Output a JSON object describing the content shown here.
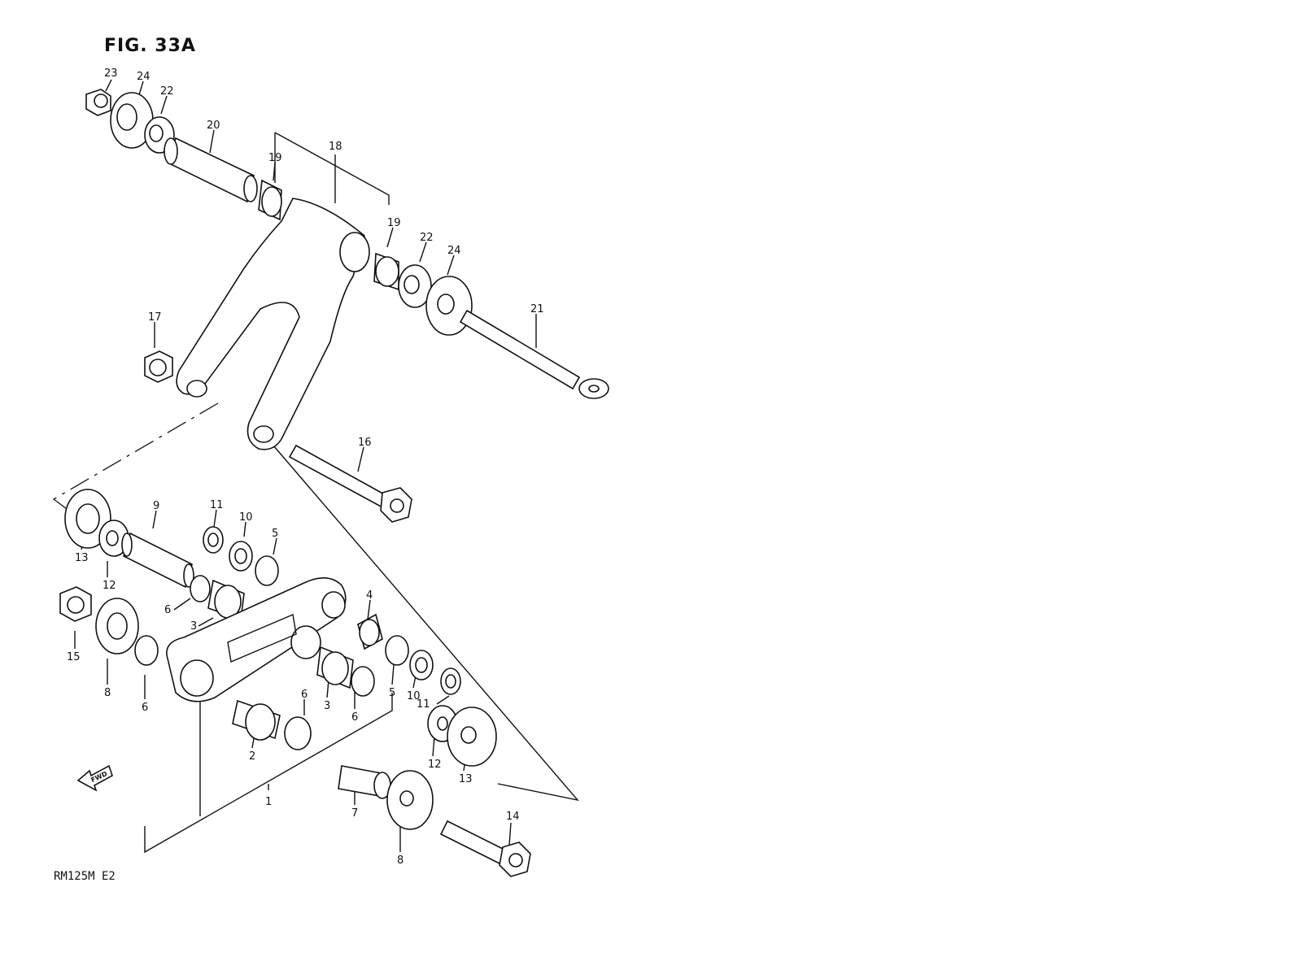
{
  "figure": {
    "title": "FIG. 33A",
    "model_code": "RM125M E2"
  },
  "fwd_label": "FWD",
  "callouts": [
    {
      "id": "c23",
      "text": "23"
    },
    {
      "id": "c24a",
      "text": "24"
    },
    {
      "id": "c22a",
      "text": "22"
    },
    {
      "id": "c20",
      "text": "20"
    },
    {
      "id": "c19a",
      "text": "19"
    },
    {
      "id": "c18",
      "text": "18"
    },
    {
      "id": "c19b",
      "text": "19"
    },
    {
      "id": "c22b",
      "text": "22"
    },
    {
      "id": "c24b",
      "text": "24"
    },
    {
      "id": "c21",
      "text": "21"
    },
    {
      "id": "c17",
      "text": "17"
    },
    {
      "id": "c16",
      "text": "16"
    },
    {
      "id": "c9",
      "text": "9"
    },
    {
      "id": "c11a",
      "text": "11"
    },
    {
      "id": "c10a",
      "text": "10"
    },
    {
      "id": "c5a",
      "text": "5"
    },
    {
      "id": "c13a",
      "text": "13"
    },
    {
      "id": "c12a",
      "text": "12"
    },
    {
      "id": "c6a",
      "text": "6"
    },
    {
      "id": "c3a",
      "text": "3"
    },
    {
      "id": "c4",
      "text": "4"
    },
    {
      "id": "c15",
      "text": "15"
    },
    {
      "id": "c8a",
      "text": "8"
    },
    {
      "id": "c6b",
      "text": "6"
    },
    {
      "id": "c6c",
      "text": "6"
    },
    {
      "id": "c3b",
      "text": "3"
    },
    {
      "id": "c6d",
      "text": "6"
    },
    {
      "id": "c5b",
      "text": "5"
    },
    {
      "id": "c10b",
      "text": "10"
    },
    {
      "id": "c11b",
      "text": "11"
    },
    {
      "id": "c2",
      "text": "2"
    },
    {
      "id": "c12b",
      "text": "12"
    },
    {
      "id": "c13b",
      "text": "13"
    },
    {
      "id": "c1",
      "text": "1"
    },
    {
      "id": "c7",
      "text": "7"
    },
    {
      "id": "c8b",
      "text": "8"
    },
    {
      "id": "c14",
      "text": "14"
    }
  ]
}
